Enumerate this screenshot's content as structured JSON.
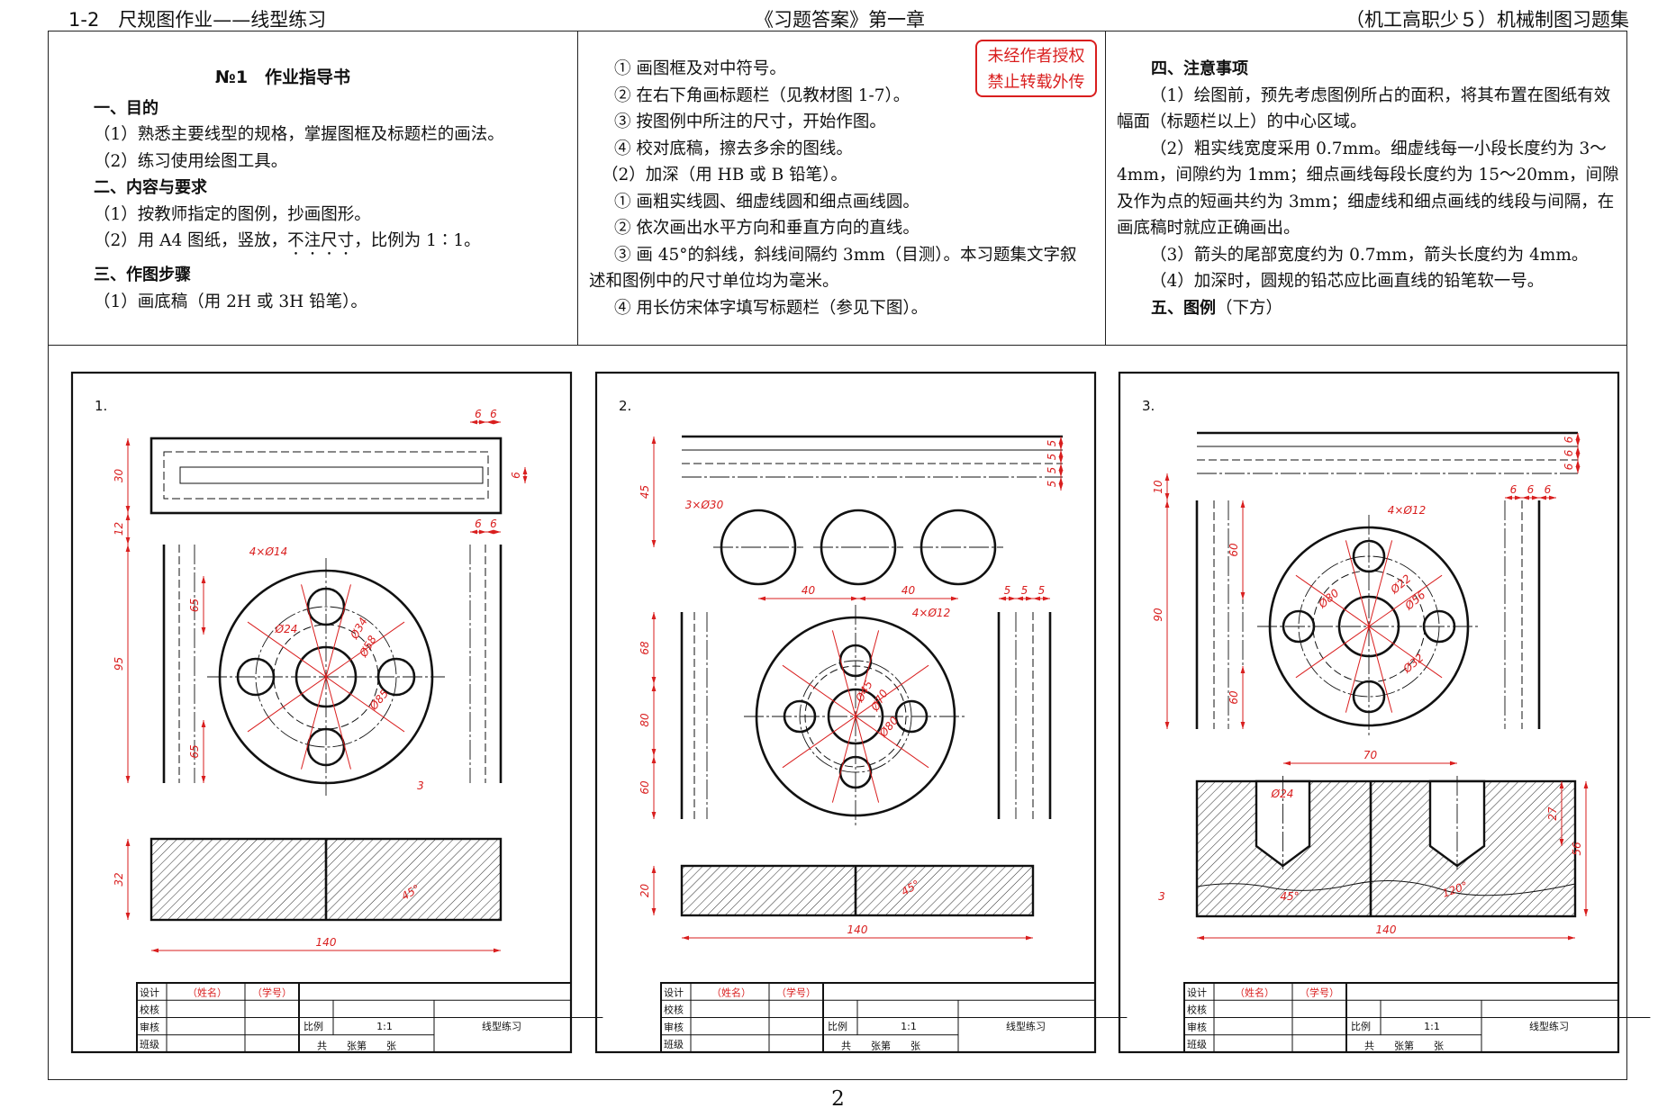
{
  "header": {
    "left": "1-2　尺规图作业——线型练习",
    "center": "《习题答案》第一章",
    "right": "（机工高职少５）机械制图习题集"
  },
  "stamp": {
    "line1": "未经作者授权",
    "line2": "禁止转载外传"
  },
  "guide": {
    "title": "№1　作业指导书",
    "sec1": {
      "title": "一、目的",
      "items": [
        "（1）熟悉主要线型的规格，掌握图框及标题栏的画法。",
        "（2）练习使用绘图工具。"
      ]
    },
    "sec2": {
      "title": "二、内容与要求",
      "item1": "（1）按教师指定的图例，抄画图形。",
      "item2_pre": "（2）用 A4 图纸，竖放，",
      "item2_dot": "不注尺寸",
      "item2_post": "，比例为 1∶1。"
    },
    "sec3": {
      "title": "三、作图步骤",
      "item1": "（1）画底稿（用 2H 或 3H 铅笔）。"
    },
    "col2": [
      "① 画图框及对中符号。",
      "② 在右下角画标题栏（见教材图 1-7）。",
      "③ 按图例中所注的尺寸，开始作图。",
      "④ 校对底稿，擦去多余的图线。",
      "（2）加深（用 HB 或 B 铅笔）。",
      "① 画粗实线圆、细虚线圆和细点画线圆。",
      "② 依次画出水平方向和垂直方向的直线。",
      "③ 画 45°的斜线，斜线间隔约 3mm（目测）。本习题集文字叙述和图例中的尺寸单位均为毫米。",
      "④ 用长仿宋体字填写标题栏（参见下图）。"
    ],
    "sec4": {
      "title": "四、注意事项",
      "items": [
        "（1）绘图前，预先考虑图例所占的面积，将其布置在图纸有效幅面（标题栏以上）的中心区域。",
        "（2）粗实线宽度采用 0.7mm。细虚线每一小段长度约为 3～4mm，间隙约为 1mm；细点画线每段长度约为 15～20mm，间隙及作为点的短画共约为 3mm；细虚线和细点画线的线段与间隔，在画底稿时就应正确画出。",
        "（3）箭头的尾部宽度约为 0.7mm，箭头长度约为 4mm。",
        "（4）加深时，圆规的铅芯应比画直线的铅笔软一号。"
      ]
    },
    "sec5": {
      "title": "五、图例",
      "note": "（下方）"
    }
  },
  "title_block": {
    "designer": "设计",
    "checker": "校核",
    "reviewer": "审核",
    "class": "班级",
    "name": "（姓名）",
    "id": "（学号）",
    "scale_label": "比例",
    "scale": "1:1",
    "drawing_name": "线型练习",
    "sheets": "共　　张第　　张"
  },
  "figures": [
    {
      "label": "1.",
      "dims": [
        "6",
        "6",
        "30",
        "6",
        "12",
        "6",
        "6",
        "4×Ø14",
        "65",
        "Ø34",
        "Ø24",
        "Ø58",
        "95",
        "Ø85",
        "65",
        "3",
        "32",
        "45°",
        "140"
      ]
    },
    {
      "label": "2.",
      "dims": [
        "5",
        "5",
        "5",
        "5",
        "45",
        "3×Ø30",
        "40",
        "40",
        "5",
        "5",
        "5",
        "4×Ø12",
        "68",
        "Ø45",
        "Ø70",
        "80",
        "Ø80",
        "60",
        "20",
        "45°",
        "140"
      ]
    },
    {
      "label": "3.",
      "dims": [
        "6",
        "6",
        "6",
        "10",
        "6",
        "6",
        "6",
        "4×Ø12",
        "60",
        "Ø22",
        "Ø80",
        "Ø56",
        "90",
        "Ø32",
        "60",
        "70",
        "Ø24",
        "27",
        "56",
        "3",
        "45°",
        "120°",
        "140"
      ]
    }
  ],
  "page_number": "2",
  "colors": {
    "dimension": "#d91e1e",
    "line": "#111111"
  }
}
